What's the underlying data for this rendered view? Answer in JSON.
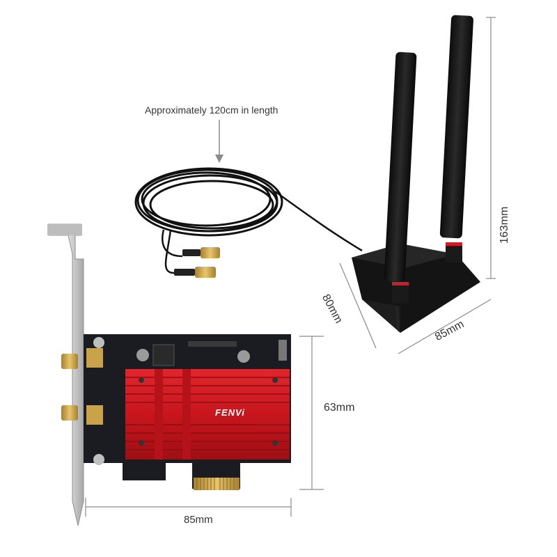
{
  "annotations": {
    "cable_length": "Approximately 120cm in length",
    "card_height": "63mm",
    "card_width": "85mm",
    "antenna_height": "163mm",
    "base_depth": "80mm",
    "base_width": "85mm"
  },
  "product": {
    "brand": "FENVi"
  },
  "colors": {
    "heatsink": "#c8161d",
    "pcb": "#1a1c22",
    "antenna": "#141414",
    "gold": "#c9a24a",
    "bracket": "#c9c9c9",
    "dimension_line": "#8a8a8a"
  }
}
